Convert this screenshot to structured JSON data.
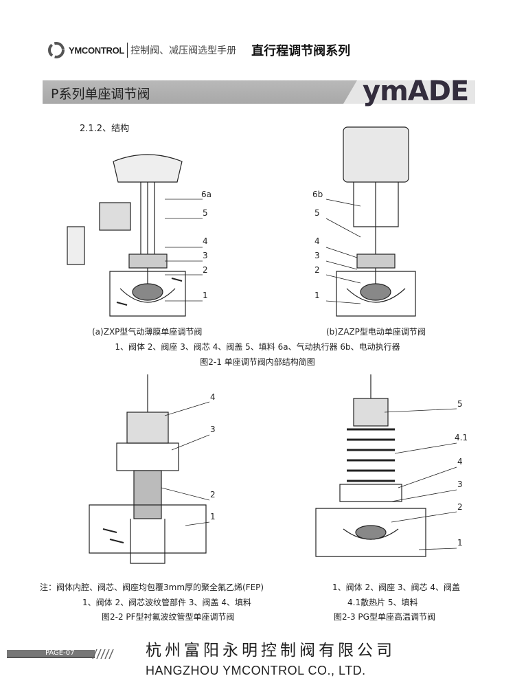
{
  "header": {
    "brand": "YMCONTROL",
    "manual": "控制阀、减压阀选型手册",
    "series": "直行程调节阀系列"
  },
  "banner": {
    "title": "P系列单座调节阀",
    "logo": "ymADE"
  },
  "section": "2.1.2、结构",
  "fig1": {
    "a_caption": "(a)ZXP型气动薄膜单座调节阀",
    "b_caption": "(b)ZAZP型电动单座调节阀",
    "legend": "1、阀体 2、阀座 3、阀芯 4、阀盖 5、填料 6a、气动执行器 6b、电动执行器",
    "title": "图2-1  单座调节阀内部结构简图",
    "a_labels": [
      "6a",
      "5",
      "4",
      "3",
      "2",
      "1"
    ],
    "b_labels": [
      "6b",
      "5",
      "4",
      "3",
      "2",
      "1"
    ]
  },
  "fig2": {
    "note": "注：阀体内腔、阀芯、阀座均包覆3mm厚的聚全氟乙烯(FEP)",
    "legend": "1、阀体 2、阀芯波纹管部件 3、阀盖 4、填料",
    "title": "图2-2 PF型衬氟波纹管型单座调节阀",
    "labels": [
      "4",
      "3",
      "2",
      "1"
    ]
  },
  "fig3": {
    "legend1": "1、阀体 2、阀座 3、阀芯 4、阀盖",
    "legend2": "4.1散热片 5、填料",
    "title": "图2-3 PG型单座高温调节阀",
    "labels": [
      "5",
      "4.1",
      "4",
      "3",
      "2",
      "1"
    ]
  },
  "footer": {
    "page": "PAGE-07",
    "company_cn": "杭州富阳永明控制阀有限公司",
    "company_en": "HANGZHOU YMCONTROL CO., LTD."
  }
}
